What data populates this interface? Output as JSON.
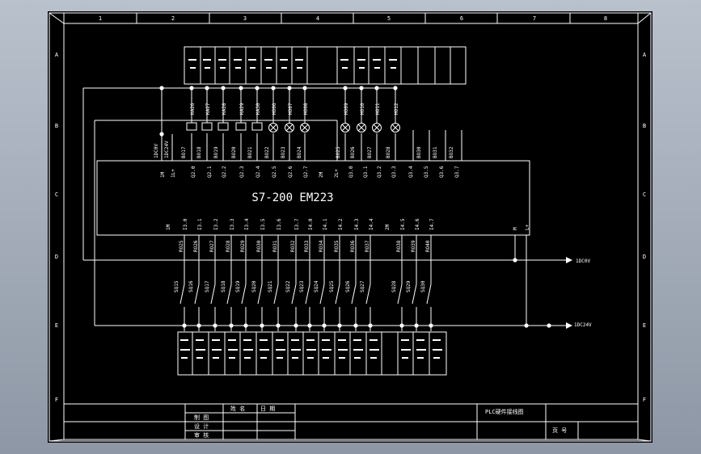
{
  "frame": {
    "columns": [
      "1",
      "2",
      "3",
      "4",
      "5",
      "6",
      "7",
      "8"
    ],
    "rows": [
      "A",
      "B",
      "C",
      "D",
      "E",
      "F"
    ]
  },
  "module": {
    "name": "S7-200 EM223",
    "out_pins": [
      "1M",
      "1L+",
      "Q2.0",
      "Q2.1",
      "Q2.2",
      "Q2.3",
      "Q2.4",
      "Q2.5",
      "Q2.6",
      "Q2.7",
      "2M",
      "2L+",
      "Q3.0",
      "Q3.1",
      "Q3.2",
      "Q3.3",
      "Q3.4",
      "Q3.5",
      "Q3.6",
      "Q3.7"
    ],
    "in_pins": [
      "1M",
      "I3.0",
      "I3.1",
      "I3.2",
      "I3.3",
      "I3.4",
      "I3.5",
      "I3.6",
      "I3.7",
      "I4.0",
      "I4.1",
      "I4.2",
      "I4.3",
      "I4.4",
      "2M",
      "I4.5",
      "I4.6",
      "I4.7",
      "M",
      "L+"
    ]
  },
  "output_side": {
    "top_labels": [
      "KA26",
      "KA27",
      "KA28",
      "KA29",
      "KA30",
      "HO06",
      "HO07",
      "HO08",
      "HO09",
      "HO10",
      "HO11",
      "HO12"
    ],
    "wire_labels": [
      "1DC0V",
      "1DC24V",
      "BO17",
      "BO18",
      "BO19",
      "BO20",
      "BO21",
      "BO22",
      "BO23",
      "BO24",
      "BO25",
      "BO26",
      "BO27",
      "BO28",
      "BO30",
      "BO31",
      "BO32"
    ]
  },
  "input_side": {
    "wire_labels": [
      "RO25",
      "RO26",
      "RO27",
      "RO28",
      "RO29",
      "RO30",
      "RO31",
      "RO32",
      "RO33",
      "RO34",
      "RO35",
      "RO36",
      "RO37",
      "RO38",
      "RO39",
      "RO40"
    ],
    "switch_labels": [
      "SQ15",
      "SQ16",
      "SQ17",
      "SQ18",
      "SQ19",
      "SQ20",
      "SQ21",
      "SQ22",
      "SQ23",
      "SQ24",
      "SQ25",
      "SQ26",
      "SQ27",
      "SQ28",
      "SQ29",
      "SQ30"
    ]
  },
  "rails": {
    "dc0v": "1DC0V",
    "dc24v": "1DC24V"
  },
  "title_block": {
    "col_name": "姓 名",
    "col_date": "日 期",
    "row_draw": "制 图",
    "row_design": "设 计",
    "row_review": "审 核",
    "drawing_title": "PLC硬件接线图",
    "page_label": "页 号"
  }
}
